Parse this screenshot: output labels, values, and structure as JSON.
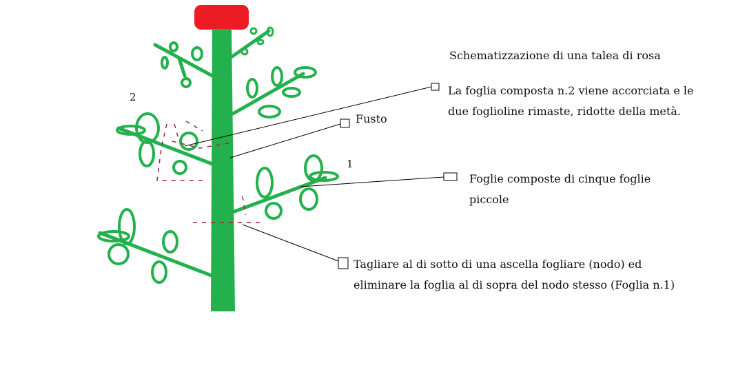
{
  "diagram": {
    "title": "Schematizzazione di una talea di rosa",
    "labels": {
      "leaf2_number": "2",
      "leaf1_number": "1",
      "stem": "Fusto",
      "leaf2_note": [
        "La foglia composta n.2 viene accorciata e le",
        "due foglioline rimaste, ridotte della metà."
      ],
      "compound_leaves": [
        "Foglie composte di cinque foglie",
        "piccole"
      ],
      "cut_note": [
        "Tagliare al di sotto di una ascella fogliare (nodo) ed",
        "eliminare la foglia al di sopra del nodo stesso (Foglia n.1)"
      ]
    },
    "colors": {
      "stem": "#22b14c",
      "leaf": "#22b14c",
      "bud": "#ed1c24",
      "cut_marks": "#a0204a",
      "callout_lines": "#000000"
    }
  }
}
